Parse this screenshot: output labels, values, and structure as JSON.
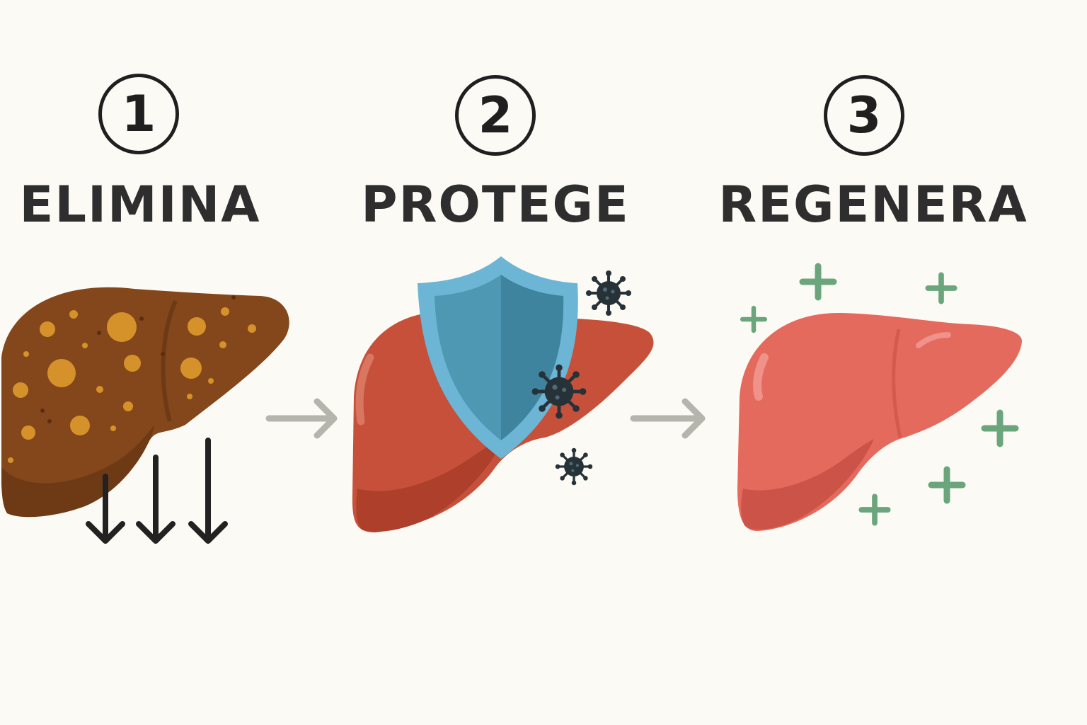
{
  "steps": [
    {
      "number": "1",
      "title": "ELIMINA"
    },
    {
      "number": "2",
      "title": "PROTEGE"
    },
    {
      "number": "3",
      "title": "REGENERA"
    }
  ],
  "colors": {
    "fatty_liver": "#84471c",
    "fat_spots": "#d6922a",
    "inflamed_liver": "#c7503a",
    "shield": "#5ea6c4",
    "virus": "#263238",
    "healthy_liver": "#e46a5e",
    "plus": "#6aa57c",
    "arrow": "#b5b5ad",
    "elimination_arrows": "#222222"
  },
  "icons": [
    "down-arrow-icon",
    "right-arrow-icon",
    "shield-icon",
    "virus-icon",
    "plus-icon"
  ]
}
